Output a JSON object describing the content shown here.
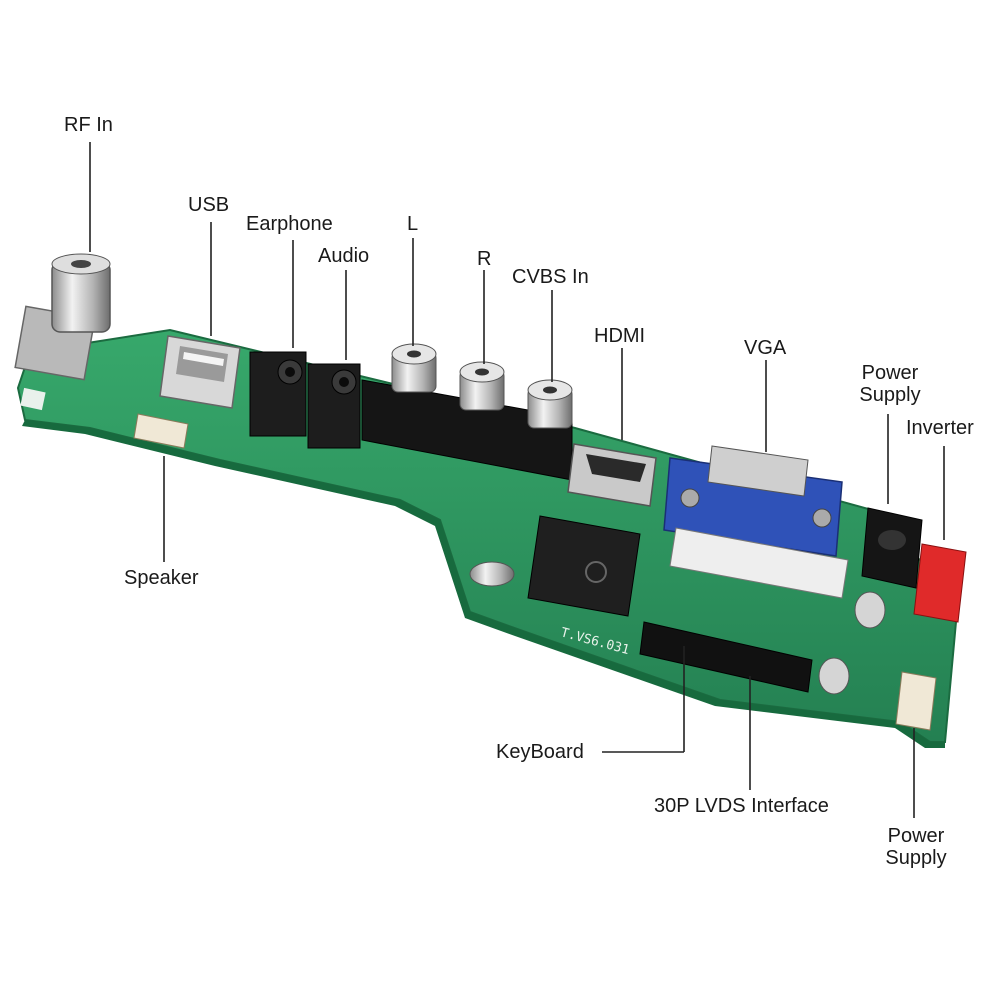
{
  "labels": {
    "rf_in": "RF In",
    "usb": "USB",
    "earphone": "Earphone",
    "audio": "Audio",
    "l": "L",
    "r": "R",
    "cvbs_in": "CVBS In",
    "hdmi": "HDMI",
    "vga": "VGA",
    "power_supply_top_1": "Power",
    "power_supply_top_2": "Supply",
    "inverter": "Inverter",
    "speaker": "Speaker",
    "keyboard": "KeyBoard",
    "lvds": "30P LVDS Interface",
    "power_supply_bottom_1": "Power",
    "power_supply_bottom_2": "Supply"
  },
  "board_markings": {
    "model": "T.VS6.031"
  },
  "colors": {
    "pcb": "#2e9d62",
    "pcb_dark": "#1f7a4a",
    "vga_blue": "#2f52b8",
    "inverter_red": "#e02a2a",
    "leader": "#222222"
  }
}
